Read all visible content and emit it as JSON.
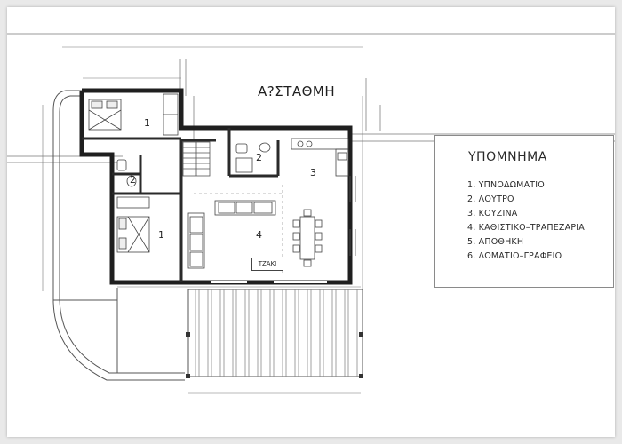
{
  "title": "Α?ΣΤΑΘΜΗ",
  "legend": {
    "title": "ΥΠΟΜΝΗΜΑ",
    "items": [
      "1. ΥΠΝΟΔΩΜΑΤΙΟ",
      "2. ΛΟΥΤΡΟ",
      "3. ΚΟΥΖΙΝΑ",
      "4. ΚΑΘΙΣΤΙΚΟ–ΤΡΑΠΕΖΑΡΙΑ",
      "5. ΑΠΟΘΗΚΗ",
      "6. ΔΩΜΑΤΙΟ–ΓΡΑΦΕΙΟ"
    ]
  },
  "room_labels": {
    "bedroom_top": "1",
    "bedroom_bottom": "1",
    "bath_left": "2",
    "bath_right": "2",
    "kitchen": "3",
    "living": "4"
  },
  "fireplace": "ΤΖΑΚΙ"
}
